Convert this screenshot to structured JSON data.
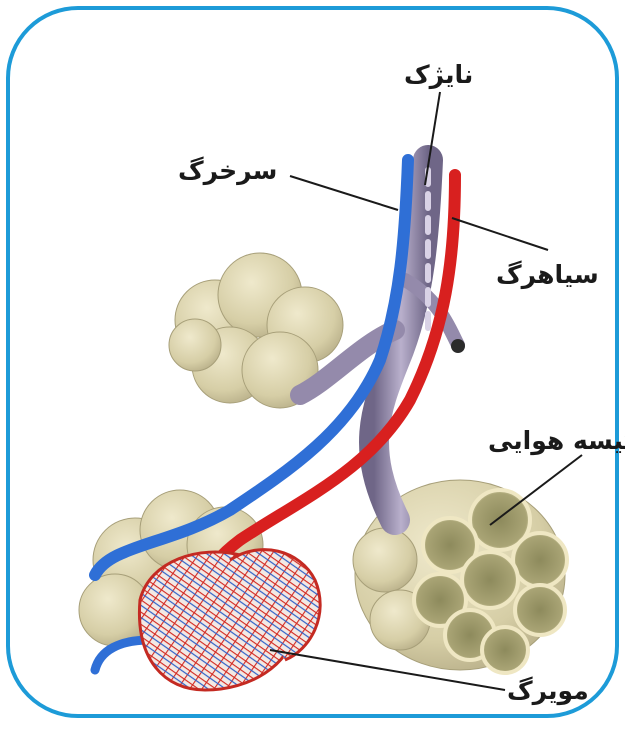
{
  "labels": {
    "bronchiole": "نایژک",
    "artery": "سرخرگ",
    "vein": "سیاهرگ",
    "alveoli": "کیسه هوایی",
    "capillary": "مویرگ"
  },
  "colors": {
    "frame_border": "#1d9bd8",
    "artery_vessel": "#2f6fd6",
    "vein_vessel": "#d8201f",
    "airway": "#9a8fb0",
    "alveolus": "#d8d1ab"
  }
}
